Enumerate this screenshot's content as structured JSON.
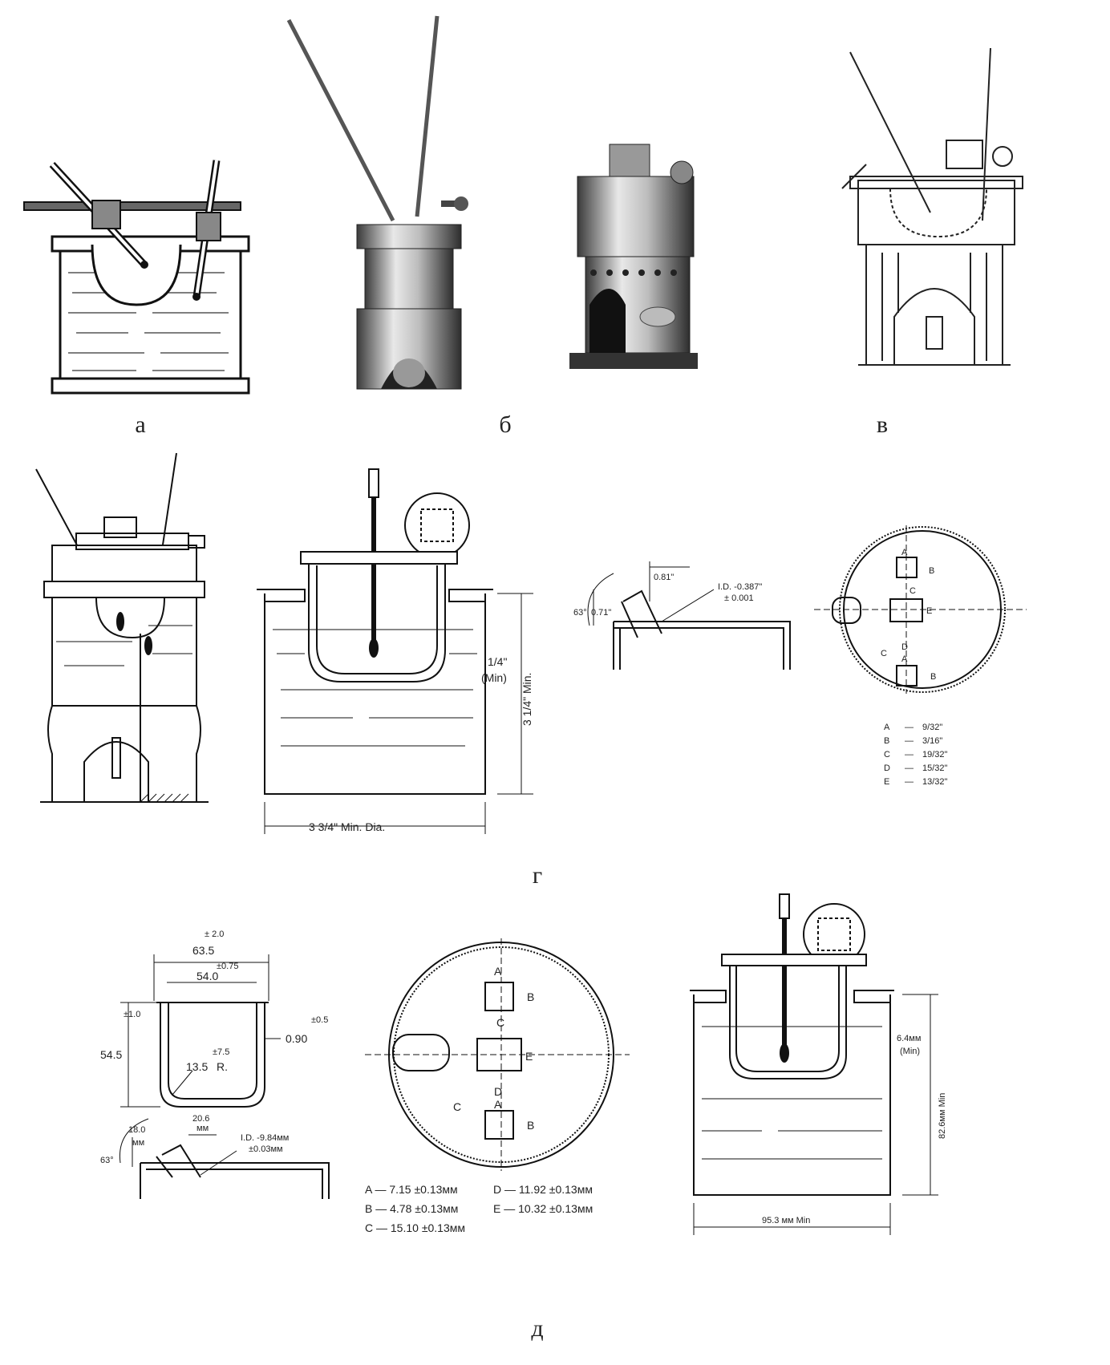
{
  "captions": {
    "a": "а",
    "b": "б",
    "v": "в",
    "g": "г",
    "d": "д"
  },
  "g_panel2": {
    "depth_label_num": "1/4\"",
    "depth_label_min": "(Min)",
    "height_label": "3 1/4\" Min.",
    "dia_label": "3  3/4\" Min. Dia."
  },
  "g_panel3": {
    "angle": "63°",
    "height": "0.71\"",
    "width": "0.81\"",
    "id_label": "I.D. -0.387\"",
    "id_tol": "± 0.001"
  },
  "g_panel4": {
    "letters": [
      "A",
      "B",
      "C",
      "D",
      "E",
      "C",
      "A",
      "B"
    ],
    "legend": [
      {
        "key": "A",
        "dash": "—",
        "val": "9/32\""
      },
      {
        "key": "B",
        "dash": "—",
        "val": "3/16\""
      },
      {
        "key": "C",
        "dash": "—",
        "val": "19/32\""
      },
      {
        "key": "D",
        "dash": "—",
        "val": "15/32\""
      },
      {
        "key": "E",
        "dash": "—",
        "val": "13/32\""
      }
    ]
  },
  "d_panel1": {
    "tol_outer": "± 2.0",
    "outer": "63.5",
    "tol_inner": "±0.75",
    "inner": "54.0",
    "tol_height": "±1.0",
    "height": "54.5",
    "radius": "13.5",
    "radius_tol": "±7.5",
    "radius_unit": "R.",
    "wall": "0.90",
    "wall_tol": "±0.5",
    "angle": "63°",
    "spout_h": "18.0",
    "spout_h_unit": "мм",
    "spout_w": "20.6",
    "spout_w_unit": "мм",
    "id_label": "I.D. -9.84мм",
    "id_tol": "±0.03мм"
  },
  "d_panel2": {
    "letters": [
      "A",
      "B",
      "C",
      "E",
      "C",
      "D",
      "A",
      "B"
    ],
    "legend": [
      "A — 7.15 ±0.13мм",
      "B — 4.78 ±0.13мм",
      "C — 15.10 ±0.13мм",
      "D — 11.92 ±0.13мм",
      "E — 10.32 ±0.13мм"
    ]
  },
  "d_panel3": {
    "depth": "6.4мм",
    "depth_min": "(Min)",
    "height": "82.6мм Min",
    "dia": "95.3 мм Min"
  }
}
